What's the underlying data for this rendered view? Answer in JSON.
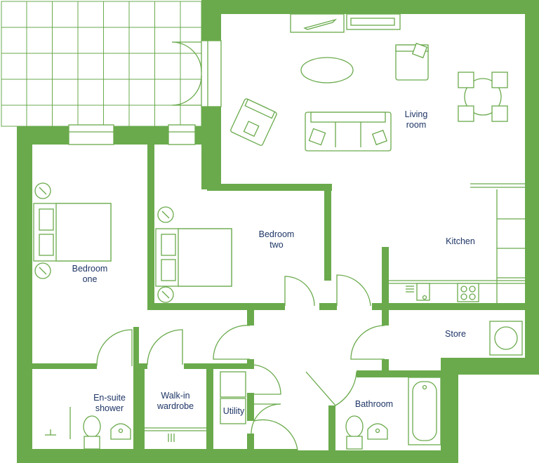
{
  "colors": {
    "wall": "#6aaa4c",
    "label": "#1e3566",
    "background": "#ffffff"
  },
  "rooms": {
    "living_room": [
      "Living",
      "room"
    ],
    "kitchen": [
      "Kitchen"
    ],
    "bedroom_one": [
      "Bedroom",
      "one"
    ],
    "bedroom_two": [
      "Bedroom",
      "two"
    ],
    "store": [
      "Store"
    ],
    "ensuite": [
      "En-suite",
      "shower"
    ],
    "walkin": [
      "Walk-in",
      "wardrobe"
    ],
    "utility": [
      "Utility"
    ],
    "bathroom": [
      "Bathroom"
    ]
  },
  "icons": [
    "double-bed-icon",
    "bedside-lamp-icon",
    "sofa-icon",
    "armchair-icon",
    "dining-table-icon",
    "coffee-table-icon",
    "hob-icon",
    "sink-icon",
    "toilet-icon",
    "bathtub-icon",
    "washing-machine-icon",
    "door-swing-icon"
  ]
}
